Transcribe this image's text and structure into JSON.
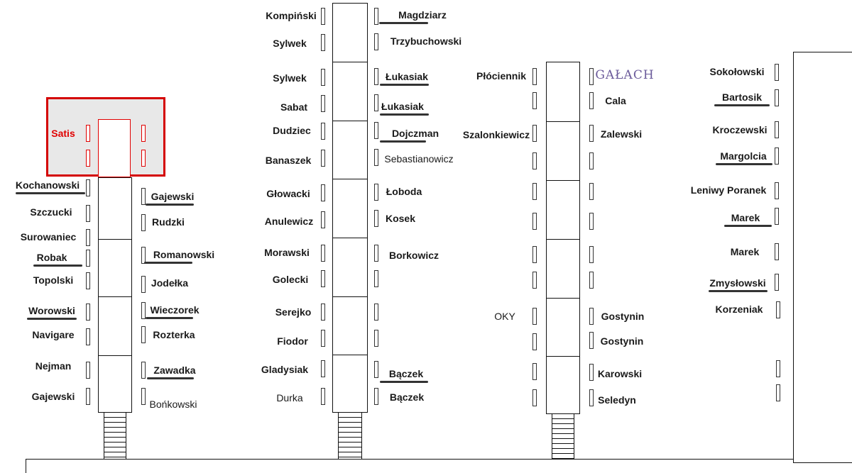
{
  "highlight_color": "#e00000",
  "columns": [
    {
      "left_names": [
        {
          "text": "Satis",
          "style": "red",
          "underline": false
        },
        {
          "text": "Kochanowski",
          "style": "b",
          "underline": true
        },
        {
          "text": "Szczucki",
          "style": "b",
          "underline": false
        },
        {
          "text": "Surowaniec",
          "style": "b",
          "underline": false
        },
        {
          "text": "Robak",
          "style": "b",
          "underline": true
        },
        {
          "text": "Topolski",
          "style": "b",
          "underline": false
        },
        {
          "text": "Worowski",
          "style": "b",
          "underline": true
        },
        {
          "text": "Navigare",
          "style": "b",
          "underline": false
        },
        {
          "text": "Nejman",
          "style": "b",
          "underline": false
        },
        {
          "text": "Gajewski",
          "style": "b",
          "underline": false
        }
      ],
      "right_names": [
        {
          "text": "Gajewski",
          "style": "b",
          "underline": true
        },
        {
          "text": "Rudzki",
          "style": "b",
          "underline": false
        },
        {
          "text": "Romanowski",
          "style": "b",
          "underline": true
        },
        {
          "text": "Jodełka",
          "style": "b",
          "underline": false
        },
        {
          "text": "Wieczorek",
          "style": "b",
          "underline": true
        },
        {
          "text": "Rozterka",
          "style": "b",
          "underline": false
        },
        {
          "text": "Zawadka",
          "style": "b",
          "underline": true
        },
        {
          "text": "Bońkowski",
          "style": "n",
          "underline": false
        }
      ]
    },
    {
      "left_names": [
        {
          "text": "Kompiński",
          "style": "b",
          "underline": false
        },
        {
          "text": "Sylwek",
          "style": "b",
          "underline": false
        },
        {
          "text": "Sylwek",
          "style": "b",
          "underline": false
        },
        {
          "text": "Sabat",
          "style": "b",
          "underline": false
        },
        {
          "text": "Dudziec",
          "style": "b",
          "underline": false
        },
        {
          "text": "Banaszek",
          "style": "b",
          "underline": false
        },
        {
          "text": "Głowacki",
          "style": "b",
          "underline": false
        },
        {
          "text": "Anulewicz",
          "style": "b",
          "underline": false
        },
        {
          "text": "Morawski",
          "style": "b",
          "underline": false
        },
        {
          "text": "Golecki",
          "style": "b",
          "underline": false
        },
        {
          "text": "Serejko",
          "style": "b",
          "underline": false
        },
        {
          "text": "Fiodor",
          "style": "b",
          "underline": false
        },
        {
          "text": "Gladysiak",
          "style": "b",
          "underline": false
        },
        {
          "text": "Durka",
          "style": "n",
          "underline": false
        }
      ],
      "right_names": [
        {
          "text": "Magdziarz",
          "style": "b",
          "underline": true
        },
        {
          "text": "Trzybuchowski",
          "style": "b",
          "underline": false
        },
        {
          "text": "Łukasiak",
          "style": "b",
          "underline": true
        },
        {
          "text": "Łukasiak",
          "style": "b",
          "underline": true
        },
        {
          "text": "Dojczman",
          "style": "b",
          "underline": true
        },
        {
          "text": "Sebastianowicz",
          "style": "n",
          "underline": false
        },
        {
          "text": "Łoboda",
          "style": "b",
          "underline": false
        },
        {
          "text": "Kosek",
          "style": "b",
          "underline": false
        },
        {
          "text": "Borkowicz",
          "style": "b",
          "underline": false
        },
        {
          "text": "Bączek",
          "style": "b",
          "underline": true
        },
        {
          "text": "Bączek",
          "style": "b",
          "underline": false
        }
      ]
    },
    {
      "left_names": [
        {
          "text": "Płóciennik",
          "style": "b",
          "underline": false
        },
        {
          "text": "Szalonkiewicz",
          "style": "b",
          "underline": false
        },
        {
          "text": "OKY",
          "style": "n",
          "underline": false
        }
      ],
      "right_names": [
        {
          "text": "GAŁACH",
          "style": "hand",
          "underline": false
        },
        {
          "text": "Cala",
          "style": "b",
          "underline": false
        },
        {
          "text": "Zalewski",
          "style": "b",
          "underline": false
        },
        {
          "text": "Gostynin",
          "style": "b",
          "underline": false
        },
        {
          "text": "Gostynin",
          "style": "b",
          "underline": false
        },
        {
          "text": "Karowski",
          "style": "b",
          "underline": false
        },
        {
          "text": "Seledyn",
          "style": "b",
          "underline": false
        }
      ]
    },
    {
      "left_names": [
        {
          "text": "Sokołowski",
          "style": "b",
          "underline": false
        },
        {
          "text": "Bartosik",
          "style": "b",
          "underline": true
        },
        {
          "text": "Kroczewski",
          "style": "b",
          "underline": false
        },
        {
          "text": "Margolcia",
          "style": "b",
          "underline": true
        },
        {
          "text": "Leniwy Poranek",
          "style": "b",
          "underline": false
        },
        {
          "text": "Marek",
          "style": "b",
          "underline": true
        },
        {
          "text": "Marek",
          "style": "b",
          "underline": false
        },
        {
          "text": "Zmysłowski",
          "style": "b",
          "underline": true
        },
        {
          "text": "Korzeniak",
          "style": "b",
          "underline": false
        }
      ],
      "right_names": []
    }
  ]
}
